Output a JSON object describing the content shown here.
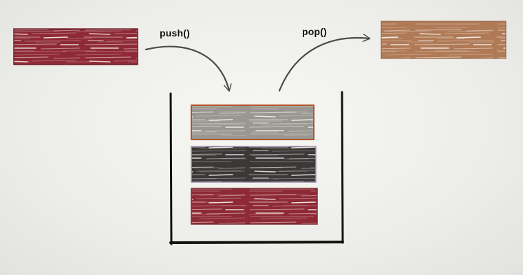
{
  "labels": {
    "push": "push()",
    "pop": "pop()"
  },
  "blocks": {
    "incoming": {
      "color": "#8e2a36"
    },
    "popped": {
      "color": "#b07a56"
    },
    "stack": [
      {
        "position": "top",
        "color": "#9a9690",
        "border": "#b4532a"
      },
      {
        "position": "middle",
        "color": "#3c3838",
        "border": "#9f92b2"
      },
      {
        "position": "bottom",
        "color": "#8e2a36",
        "border": "#7a2a30"
      }
    ]
  },
  "arrow_color": "#4a4a48",
  "container_color": "#111111"
}
